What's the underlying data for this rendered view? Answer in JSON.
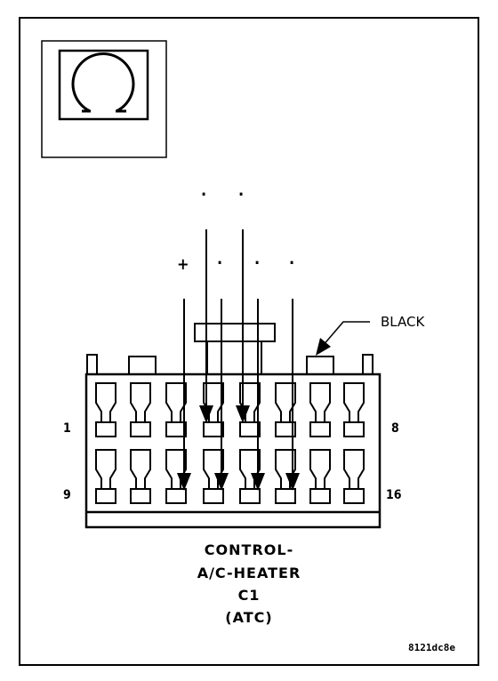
{
  "connector": {
    "title_lines": [
      "CONTROL-",
      "A/C-HEATER",
      "C1",
      "(ATC)"
    ],
    "color_label": "BLACK",
    "figure_id": "8121dc8e",
    "pin_labels": {
      "top_left": "1",
      "top_right": "8",
      "bottom_left": "9",
      "bottom_right": "16"
    },
    "top_row_cavities": 8,
    "bottom_row_cavities": 8
  },
  "polarity_marks": {
    "upper": [
      ".",
      "."
    ],
    "lower": [
      "+",
      ".",
      ".",
      "."
    ]
  },
  "icon": "connector-view-icon",
  "colors": {
    "ink": "#000000",
    "background": "#ffffff"
  }
}
